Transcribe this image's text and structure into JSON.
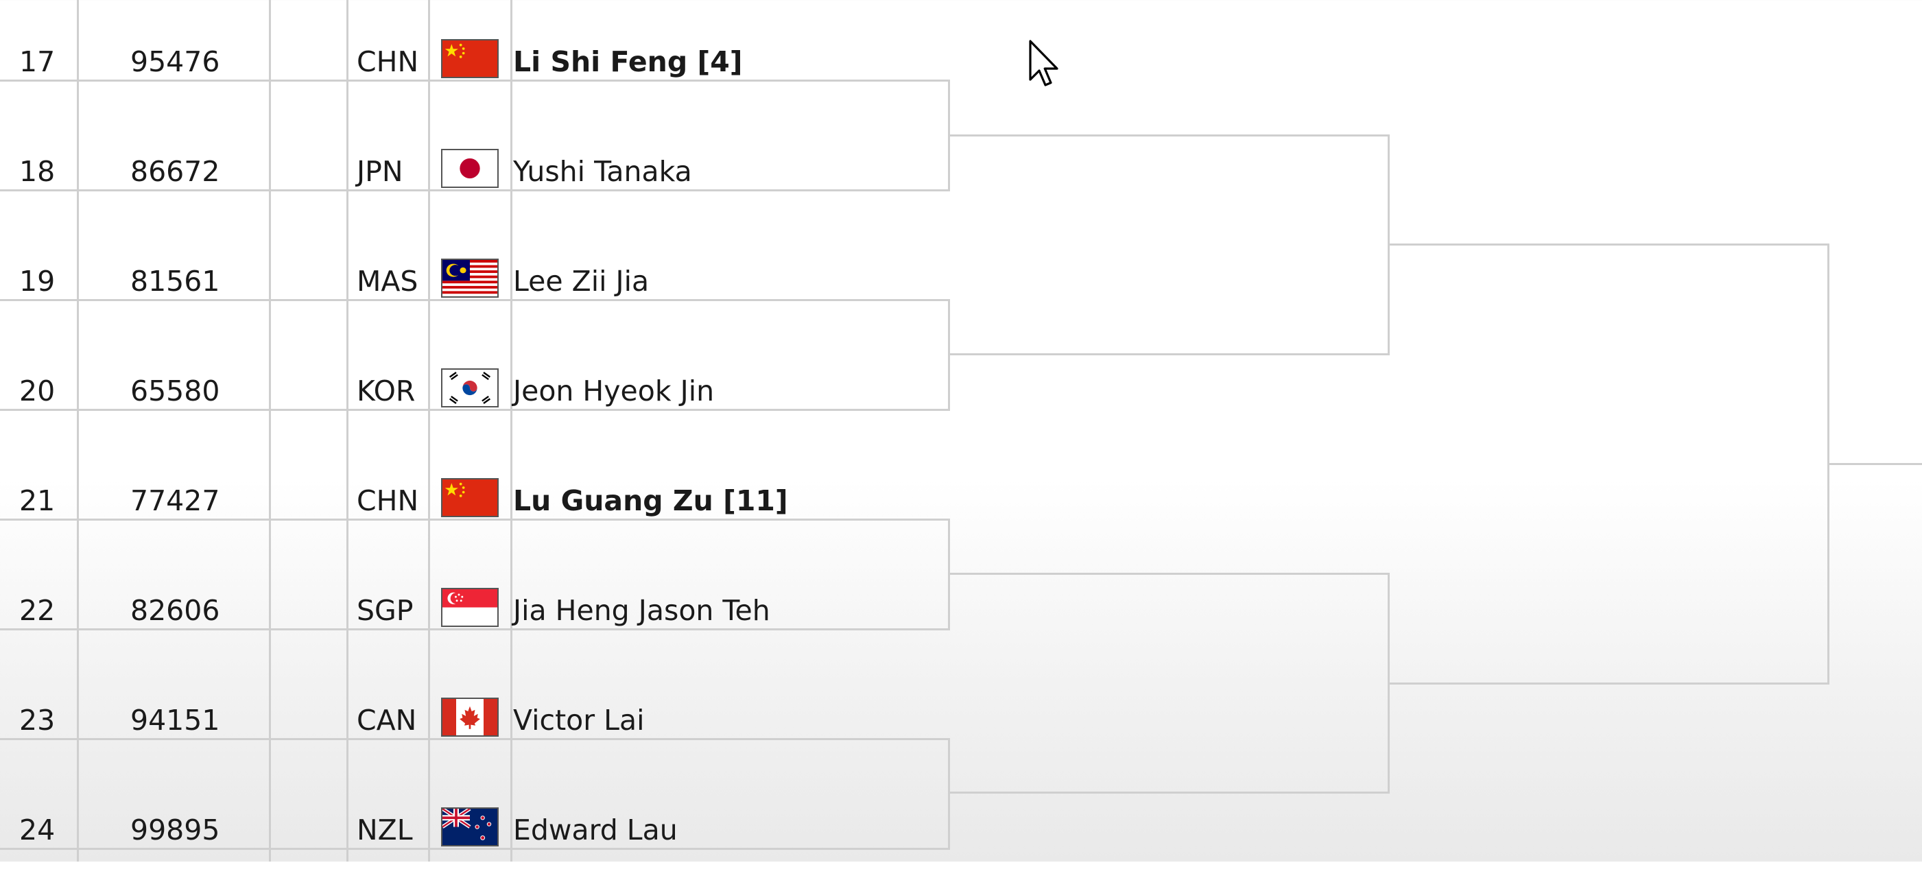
{
  "draw": {
    "rows": [
      {
        "num": "17",
        "id": "95476",
        "country": "CHN",
        "flag_icon": "china-flag-icon",
        "name": "Li Shi Feng [4]",
        "seeded": true
      },
      {
        "num": "18",
        "id": "86672",
        "country": "JPN",
        "flag_icon": "japan-flag-icon",
        "name": "Yushi Tanaka",
        "seeded": false
      },
      {
        "num": "19",
        "id": "81561",
        "country": "MAS",
        "flag_icon": "malaysia-flag-icon",
        "name": "Lee Zii Jia",
        "seeded": false
      },
      {
        "num": "20",
        "id": "65580",
        "country": "KOR",
        "flag_icon": "korea-flag-icon",
        "name": "Jeon Hyeok Jin",
        "seeded": false
      },
      {
        "num": "21",
        "id": "77427",
        "country": "CHN",
        "flag_icon": "china-flag-icon",
        "name": "Lu Guang Zu [11]",
        "seeded": true
      },
      {
        "num": "22",
        "id": "82606",
        "country": "SGP",
        "flag_icon": "singapore-flag-icon",
        "name": "Jia Heng Jason Teh",
        "seeded": false
      },
      {
        "num": "23",
        "id": "94151",
        "country": "CAN",
        "flag_icon": "canada-flag-icon",
        "name": "Victor Lai",
        "seeded": false
      },
      {
        "num": "24",
        "id": "99895",
        "country": "NZL",
        "flag_icon": "new-zealand-flag-icon",
        "name": "Edward Lau",
        "seeded": false
      }
    ]
  },
  "colors": {
    "grid_line": "#cfcfcf",
    "text": "#1a1a1a",
    "china_red": "#de2910",
    "japan_red": "#bc002d",
    "nz_blue": "#012169"
  }
}
